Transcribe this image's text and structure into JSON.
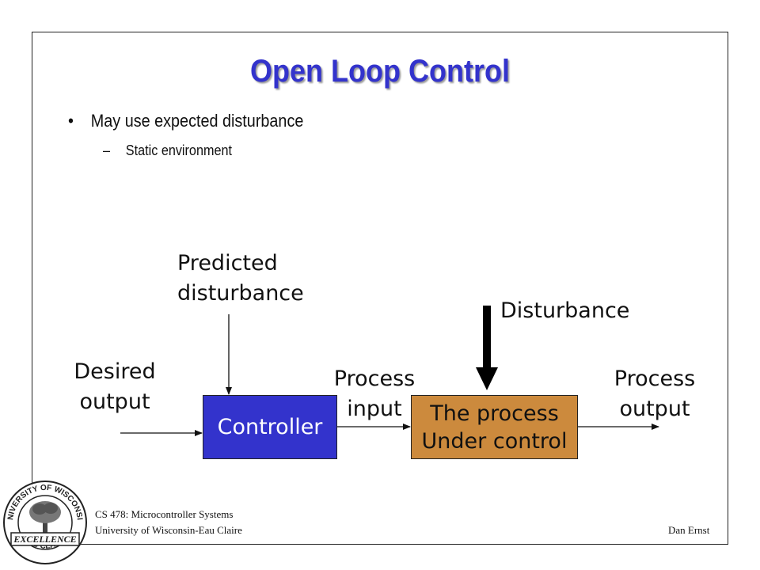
{
  "slide": {
    "title": "Open Loop Control",
    "bullets": [
      {
        "text": "May use expected disturbance",
        "marker": "•"
      },
      {
        "text": "Static environment",
        "marker": "–"
      }
    ]
  },
  "diagram": {
    "boxes": {
      "controller": "Controller",
      "process_line1": "The process",
      "process_line2": "Under control"
    },
    "labels": {
      "desired_line1": "Desired",
      "desired_line2": "output",
      "predicted_line1": "Predicted",
      "predicted_line2": "disturbance",
      "disturbance": "Disturbance",
      "process_input_line1": "Process",
      "process_input_line2": "input",
      "process_output_line1": "Process",
      "process_output_line2": "output"
    },
    "colors": {
      "controller_fill": "#3333cc",
      "process_fill": "#cc8a3d",
      "title": "#3333cc"
    }
  },
  "footer": {
    "course": "CS 478: Microcontroller Systems",
    "university": "University of Wisconsin-Eau Claire",
    "author": "Dan Ernst",
    "logo_text_top": "UNIVERSITY OF WISCONSIN",
    "logo_text_bottom": "EAU CLAIRE",
    "logo_banner": "EXCELLENCE"
  }
}
